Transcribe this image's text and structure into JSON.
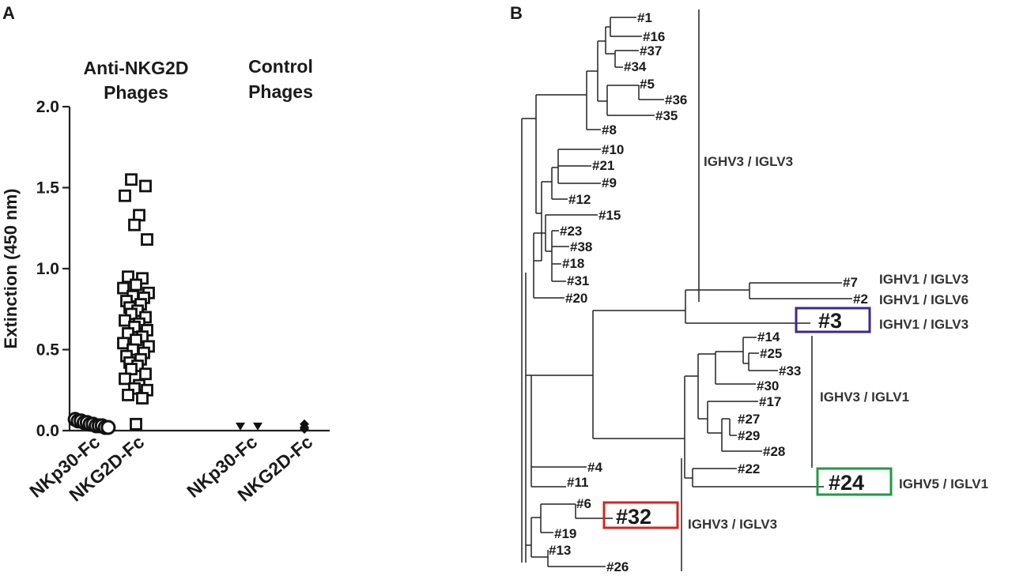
{
  "panelA": {
    "letter": "A",
    "groups": [
      {
        "line1": "Anti-NKG2D",
        "line2": "Phages"
      },
      {
        "line1": "Control",
        "line2": "Phages"
      }
    ],
    "chart_data": {
      "type": "scatter",
      "ylabel": "Extinction (450 nm)",
      "ylim": [
        0,
        2.0
      ],
      "yticks": [
        "0.0",
        "0.5",
        "1.0",
        "1.5",
        "2.0"
      ],
      "categories": [
        "NKp30-Fc",
        "NKG2D-Fc",
        "NKp30-Fc",
        "NKG2D-Fc"
      ],
      "series": [
        {
          "category_index": 0,
          "marker": "circle",
          "values": [
            0.06,
            0.05,
            0.05,
            0.04,
            0.04,
            0.03,
            0.03,
            0.02,
            0.02,
            0.02,
            0.01,
            0.01
          ]
        },
        {
          "category_index": 1,
          "marker": "square",
          "values": [
            1.55,
            1.51,
            1.45,
            1.33,
            1.27,
            1.18,
            0.95,
            0.94,
            0.9,
            0.88,
            0.85,
            0.83,
            0.82,
            0.8,
            0.78,
            0.76,
            0.74,
            0.72,
            0.7,
            0.68,
            0.66,
            0.64,
            0.62,
            0.6,
            0.58,
            0.56,
            0.54,
            0.52,
            0.5,
            0.48,
            0.46,
            0.44,
            0.42,
            0.4,
            0.38,
            0.35,
            0.32,
            0.28,
            0.26,
            0.25,
            0.22,
            0.2,
            0.04
          ]
        },
        {
          "category_index": 2,
          "marker": "triangle-down",
          "values": [
            0.02,
            0.02
          ]
        },
        {
          "category_index": 3,
          "marker": "diamond",
          "values": [
            0.04,
            0.02,
            0.01
          ]
        }
      ]
    }
  },
  "panelB": {
    "letter": "B",
    "leaves": [
      {
        "id": "1",
        "text": "#1"
      },
      {
        "id": "16",
        "text": "#16"
      },
      {
        "id": "37",
        "text": "#37"
      },
      {
        "id": "34",
        "text": "#34"
      },
      {
        "id": "5",
        "text": "#5"
      },
      {
        "id": "36",
        "text": "#36"
      },
      {
        "id": "35",
        "text": "#35"
      },
      {
        "id": "8",
        "text": "#8"
      },
      {
        "id": "10",
        "text": "#10"
      },
      {
        "id": "21",
        "text": "#21"
      },
      {
        "id": "9",
        "text": "#9"
      },
      {
        "id": "12",
        "text": "#12"
      },
      {
        "id": "15",
        "text": "#15"
      },
      {
        "id": "23",
        "text": "#23"
      },
      {
        "id": "38",
        "text": "#38"
      },
      {
        "id": "18",
        "text": "#18"
      },
      {
        "id": "31",
        "text": "#31"
      },
      {
        "id": "20",
        "text": "#20"
      },
      {
        "id": "7",
        "text": "#7"
      },
      {
        "id": "2",
        "text": "#2"
      },
      {
        "id": "3",
        "text": "#3"
      },
      {
        "id": "14",
        "text": "#14"
      },
      {
        "id": "25",
        "text": "#25"
      },
      {
        "id": "33",
        "text": "#33"
      },
      {
        "id": "30",
        "text": "#30"
      },
      {
        "id": "17",
        "text": "#17"
      },
      {
        "id": "27",
        "text": "#27"
      },
      {
        "id": "29",
        "text": "#29"
      },
      {
        "id": "28",
        "text": "#28"
      },
      {
        "id": "22",
        "text": "#22"
      },
      {
        "id": "24",
        "text": "#24"
      },
      {
        "id": "4",
        "text": "#4"
      },
      {
        "id": "11",
        "text": "#11"
      },
      {
        "id": "6",
        "text": "#6"
      },
      {
        "id": "32",
        "text": "#32"
      },
      {
        "id": "19",
        "text": "#19"
      },
      {
        "id": "13",
        "text": "#13"
      },
      {
        "id": "26",
        "text": "#26"
      }
    ],
    "clades": [
      {
        "id": "c1",
        "text": "IGHV3 / IGLV3"
      },
      {
        "id": "c2",
        "text": "IGHV1 / IGLV3"
      },
      {
        "id": "c3",
        "text": "IGHV1 / IGLV6"
      },
      {
        "id": "c4",
        "text": "IGHV1 / IGLV3"
      },
      {
        "id": "c5",
        "text": "IGHV3 / IGLV1"
      },
      {
        "id": "c6",
        "text": "IGHV5 / IGLV1"
      },
      {
        "id": "c7",
        "text": "IGHV3 / IGLV3"
      }
    ],
    "highlight_colors": {
      "3": "#3a2a8c",
      "24": "#1f9a45",
      "32": "#d9241e"
    }
  }
}
